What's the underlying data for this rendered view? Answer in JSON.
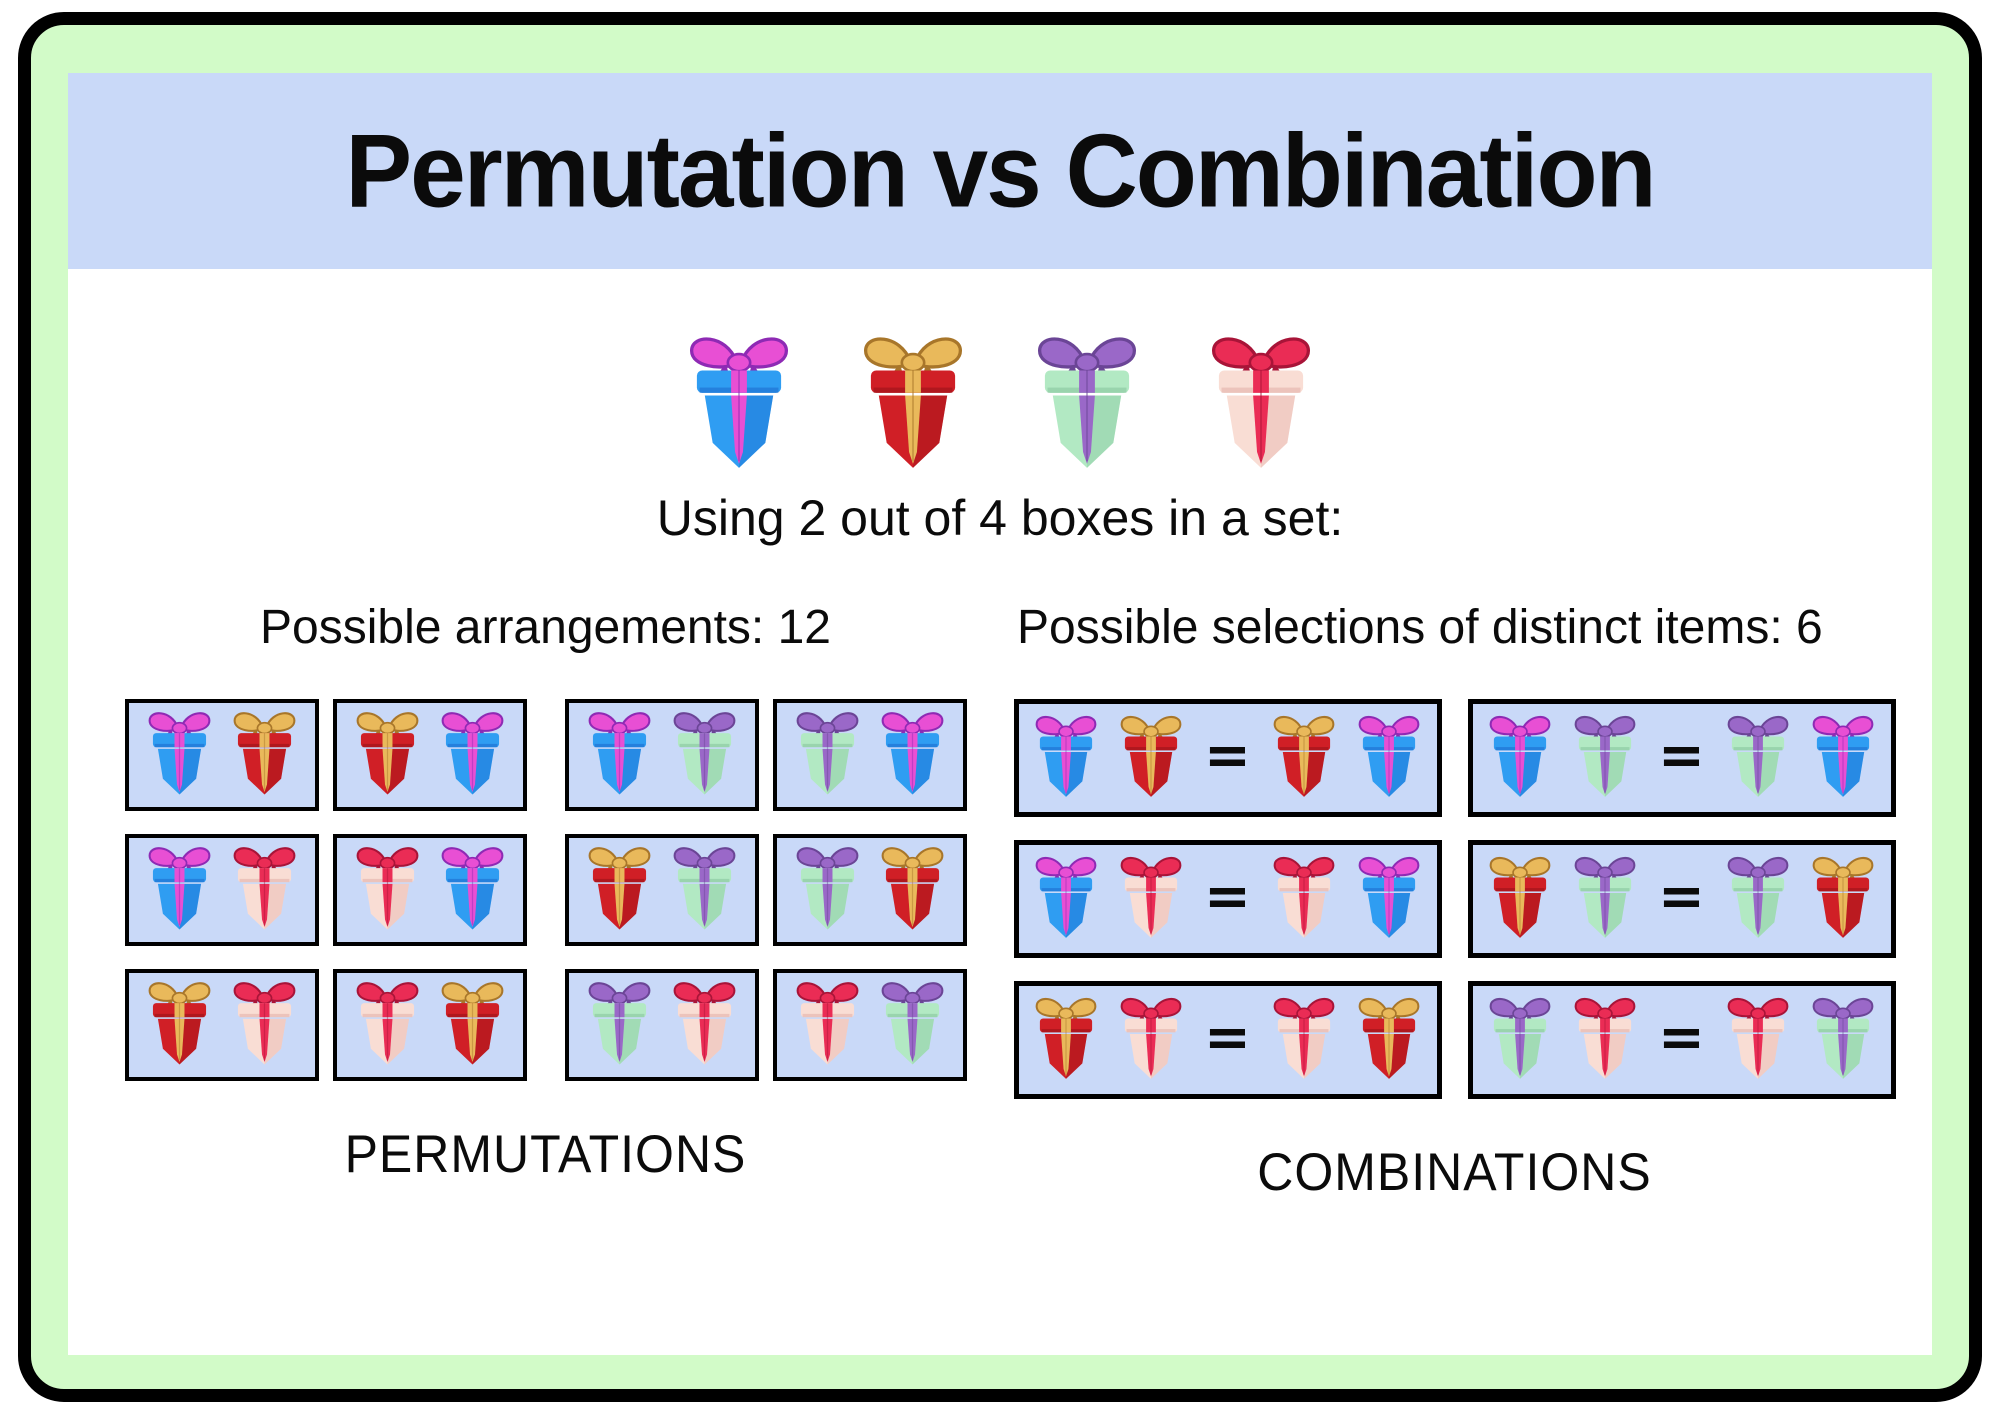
{
  "colors": {
    "frame_green": "#d2fbc8",
    "banner_blue": "#c9d9f8",
    "cell_blue": "#c9d9f8",
    "outline": "#000000",
    "text": "#0b0b0b"
  },
  "header": {
    "title": "Permutation vs Combination"
  },
  "intro": {
    "gifts": [
      "blue",
      "red",
      "mint",
      "pink"
    ],
    "caption": "Using 2 out of 4 boxes in a set:"
  },
  "gift_palette": {
    "blue": {
      "label": "blue gift with magenta ribbon",
      "box": "#2f9df2",
      "box_dark": "#1a64c8",
      "ribbon": "#e84fd4",
      "ribbon_dark": "#8e2ab4"
    },
    "red": {
      "label": "red gift with gold ribbon",
      "box": "#d01f26",
      "box_dark": "#8f1016",
      "ribbon": "#e9b95b",
      "ribbon_dark": "#a8762a"
    },
    "mint": {
      "label": "mint green gift with purple ribbon",
      "box": "#b2e9c3",
      "box_dark": "#7fbf98",
      "ribbon": "#9a68c8",
      "ribbon_dark": "#6b4596"
    },
    "pink": {
      "label": "pale pink gift with crimson ribbon",
      "box": "#f9ddd4",
      "box_dark": "#e0a9a2",
      "ribbon": "#ea2c55",
      "ribbon_dark": "#a81438"
    }
  },
  "permutations": {
    "heading": "Possible arrangements: 12",
    "label": "PERMUTATIONS",
    "rows": [
      [
        [
          "blue",
          "red"
        ],
        [
          "red",
          "blue"
        ],
        [
          "blue",
          "mint"
        ],
        [
          "mint",
          "blue"
        ]
      ],
      [
        [
          "blue",
          "pink"
        ],
        [
          "pink",
          "blue"
        ],
        [
          "red",
          "mint"
        ],
        [
          "mint",
          "red"
        ]
      ],
      [
        [
          "red",
          "pink"
        ],
        [
          "pink",
          "red"
        ],
        [
          "mint",
          "pink"
        ],
        [
          "pink",
          "mint"
        ]
      ]
    ]
  },
  "combinations": {
    "heading": "Possible selections of distinct items: 6",
    "label": "COMBINATIONS",
    "equals_sign": "=",
    "rows": [
      [
        {
          "left": [
            "blue",
            "red"
          ],
          "right": [
            "red",
            "blue"
          ]
        },
        {
          "left": [
            "blue",
            "mint"
          ],
          "right": [
            "mint",
            "blue"
          ]
        }
      ],
      [
        {
          "left": [
            "blue",
            "pink"
          ],
          "right": [
            "pink",
            "blue"
          ]
        },
        {
          "left": [
            "red",
            "mint"
          ],
          "right": [
            "mint",
            "red"
          ]
        }
      ],
      [
        {
          "left": [
            "red",
            "pink"
          ],
          "right": [
            "pink",
            "red"
          ]
        },
        {
          "left": [
            "mint",
            "pink"
          ],
          "right": [
            "pink",
            "mint"
          ]
        }
      ]
    ]
  }
}
